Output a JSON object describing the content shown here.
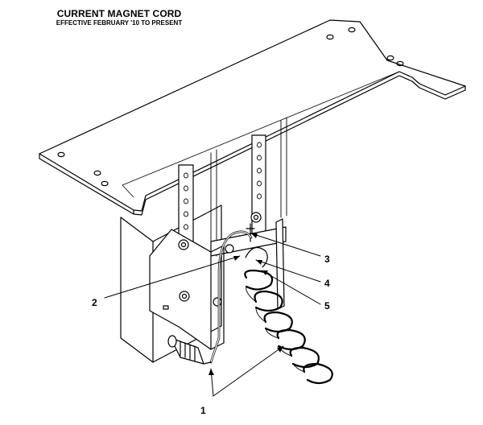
{
  "header": {
    "title": "CURRENT MAGNET CORD",
    "subtitle": "EFFECTIVE FEBRUARY '10 TO PRESENT"
  },
  "callouts": [
    {
      "label": "1"
    },
    {
      "label": "2"
    },
    {
      "label": "3"
    },
    {
      "label": "4"
    },
    {
      "label": "5"
    }
  ]
}
